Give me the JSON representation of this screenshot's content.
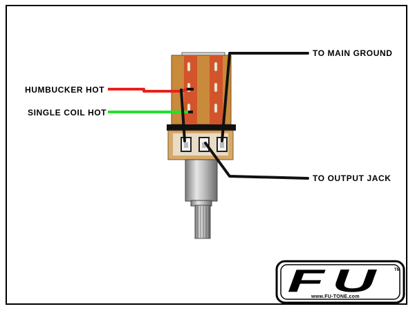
{
  "labels": {
    "humbucker_hot": "HUMBUCKER HOT",
    "single_coil_hot": "SINGLE COIL HOT",
    "to_main_ground": "TO MAIN GROUND",
    "to_output_jack": "TO OUTPUT JACK"
  },
  "logo": {
    "mark": "FU",
    "url": "www.FU-TONE.com",
    "trademark": "TM"
  },
  "colors": {
    "humbucker_wire": "#e8201e",
    "single_coil_wire": "#22e02a",
    "ground_wire": "#000000",
    "output_wire": "#000000",
    "switch_body": "#c98a3c",
    "switch_stripe": "#d3542a"
  }
}
